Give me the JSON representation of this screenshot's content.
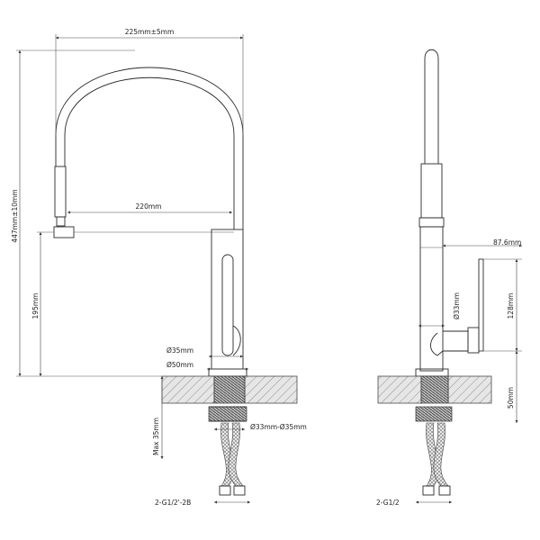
{
  "dimensions": {
    "top_width": "225mm±5mm",
    "total_height": "447mm±10mm",
    "inner_width": "220mm",
    "spout_height": "195mm",
    "body_dia": "Ø35mm",
    "base_dia": "Ø50mm",
    "max_thickness": "Max 35mm",
    "hole_dia": "Ø33mm-Ø35mm",
    "front_hose_thread": "2-G1/2'-2B",
    "side_body_dia": "Ø33mm",
    "side_lever_length": "87.6mm",
    "side_lever_height": "128mm",
    "side_clearance": "50mm",
    "side_hose_thread": "2-G1/2"
  }
}
